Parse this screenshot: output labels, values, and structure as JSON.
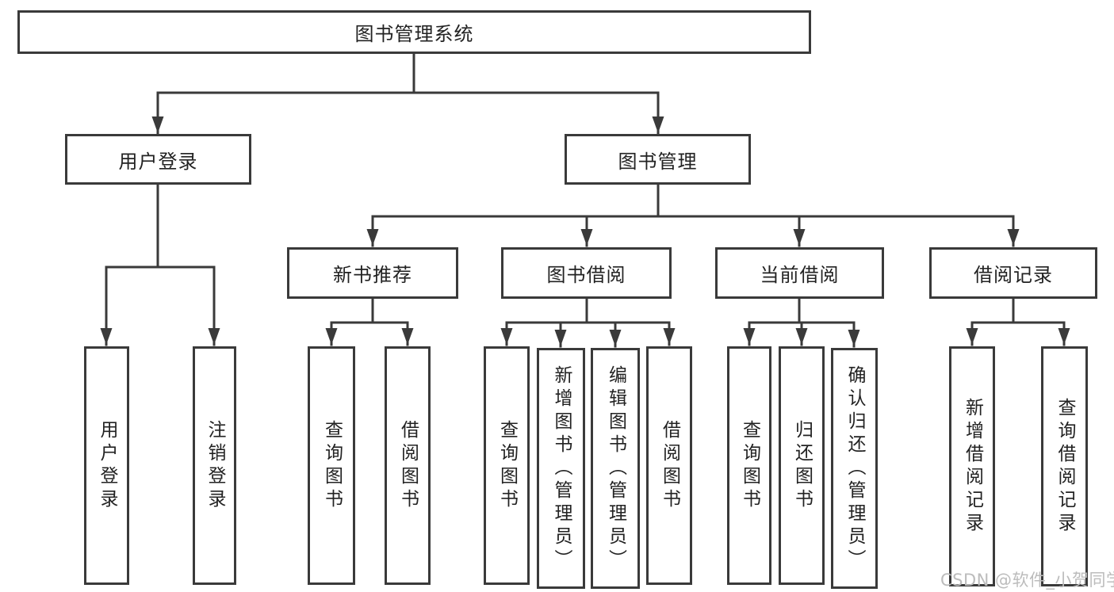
{
  "diagram_title": "图书管理系统",
  "tree": {
    "root": "图书管理系统",
    "level2": {
      "user_login": "用户登录",
      "book_mgmt": "图书管理"
    },
    "level3": {
      "new_book_rec": "新书推荐",
      "book_borrow": "图书借阅",
      "current_borrow": "当前借阅",
      "borrow_records": "借阅记录"
    },
    "leaves": {
      "user_login_children": {
        "login": "用户登录",
        "logout": "注销登录"
      },
      "new_book_children": {
        "query": "查询图书",
        "borrow": "借阅图书"
      },
      "book_borrow_children": {
        "query": "查询图书",
        "add": "新增图书（管理员）",
        "edit": "编辑图书（管理员）",
        "borrow": "借阅图书"
      },
      "current_borrow_children": {
        "query": "查询图书",
        "return": "归还图书",
        "confirm": "确认归还（管理员）"
      },
      "borrow_record_children": {
        "add": "新增借阅记录",
        "query": "查询借阅记录"
      }
    }
  },
  "watermark": "CSDN @软件_小贺同学",
  "colors": {
    "line": "#3a3a3a",
    "text": "#222222",
    "watermark": "#bcbcbc",
    "background": "#ffffff"
  }
}
